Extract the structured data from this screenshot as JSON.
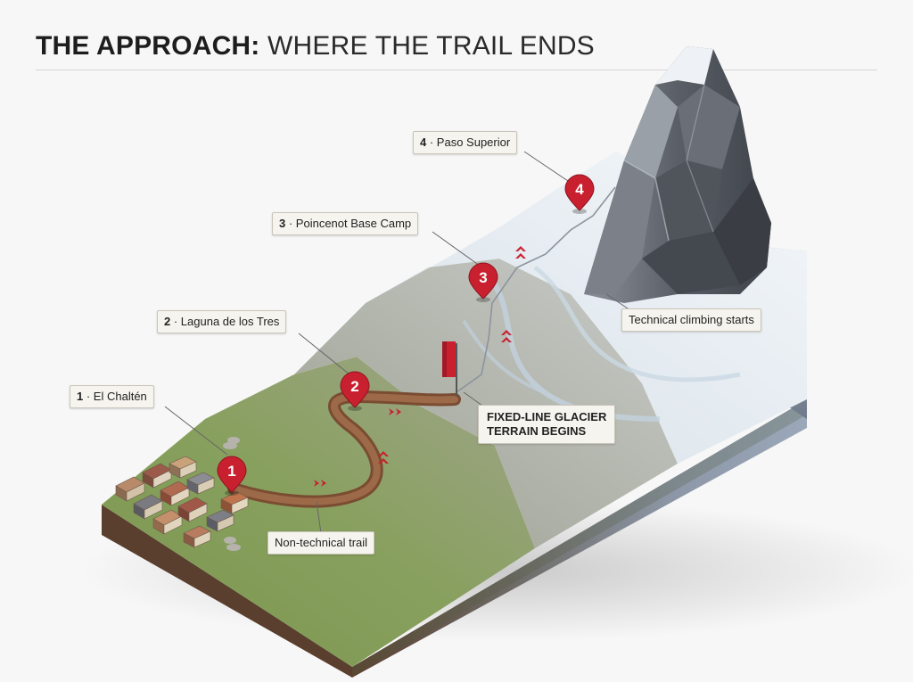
{
  "header": {
    "title_bold": "THE APPROACH:",
    "title_rest": "WHERE THE TRAIL ENDS"
  },
  "waypoints": [
    {
      "num": "1",
      "name": "El Chaltén"
    },
    {
      "num": "2",
      "name": "Laguna de los Tres"
    },
    {
      "num": "3",
      "name": "Poincenot Base Camp"
    },
    {
      "num": "4",
      "name": "Paso Superior"
    }
  ],
  "annotations": {
    "trail": "Non-technical trail",
    "glacier_line1": "FIXED-LINE GLACIER",
    "glacier_line2": "TERRAIN BEGINS",
    "climbing": "Technical climbing starts"
  },
  "separator": " · ",
  "colors": {
    "marker_red": "#c8202f",
    "grass": "#6f8c4a",
    "trail": "#8a5a3c",
    "snow": "#e6edf3",
    "rock": "#5a5e66"
  }
}
